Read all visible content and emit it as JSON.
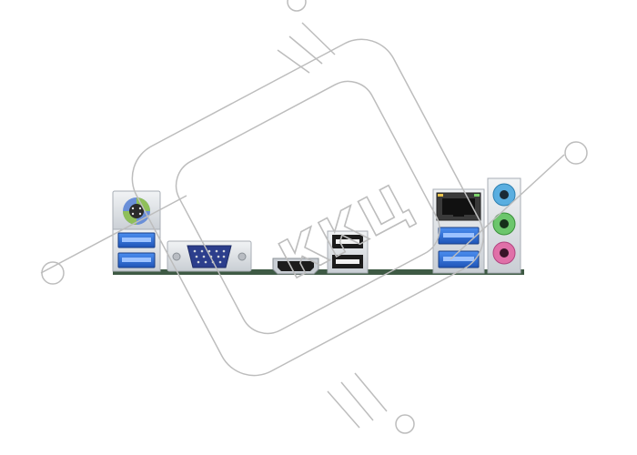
{
  "scene": {
    "subject": "motherboard-rear-io-panel",
    "ports": [
      {
        "name": "ps2-combo-port",
        "color": "#8fbf5a"
      },
      {
        "name": "usb3-port-left-top",
        "color": "#2e6fd6"
      },
      {
        "name": "usb3-port-left-bottom",
        "color": "#2e6fd6"
      },
      {
        "name": "vga-port",
        "color": "#2c3e8c"
      },
      {
        "name": "hdmi-port",
        "color": "#1c1c1c"
      },
      {
        "name": "usb2-port-top",
        "color": "#1c1c1c"
      },
      {
        "name": "usb2-port-bottom",
        "color": "#1c1c1c"
      },
      {
        "name": "rj45-lan-port",
        "color": "#3a3a3a"
      },
      {
        "name": "usb3-port-right-top",
        "color": "#2e6fd6"
      },
      {
        "name": "usb3-port-right-bottom",
        "color": "#2e6fd6"
      },
      {
        "name": "audio-jack-line-in",
        "color": "#5aaee0"
      },
      {
        "name": "audio-jack-line-out",
        "color": "#6cc66c"
      },
      {
        "name": "audio-jack-mic",
        "color": "#e070a8"
      }
    ],
    "colors": {
      "pcb": "#3e5a44",
      "metal": "#d9dde2",
      "watermark": "#bdbdbd"
    }
  },
  "watermark": {
    "text": "ККЦ"
  }
}
